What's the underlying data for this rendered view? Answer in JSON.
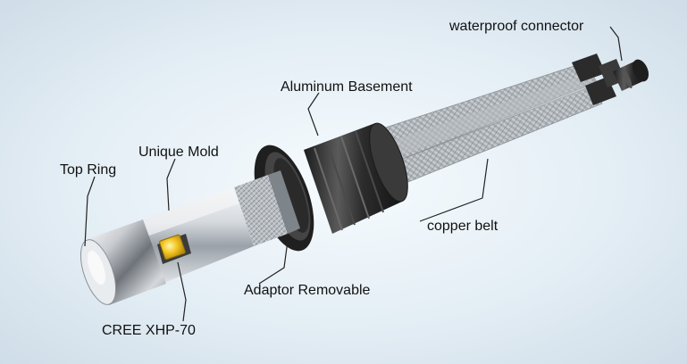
{
  "labels": {
    "waterproof_connector": "waterproof connector",
    "aluminum_basement": "Aluminum Basement",
    "unique_mold": "Unique Mold",
    "top_ring": "Top Ring",
    "copper_belt": "copper belt",
    "adaptor_removable": "Adaptor Removable",
    "cree_chip": "CREE XHP-70"
  },
  "colors": {
    "background": "#e4eef5",
    "leader_line": "#222222",
    "chip_yellow": "#f2c520",
    "metal_silver": "#c8ccd1",
    "rubber_dark": "#2a2a2a"
  }
}
